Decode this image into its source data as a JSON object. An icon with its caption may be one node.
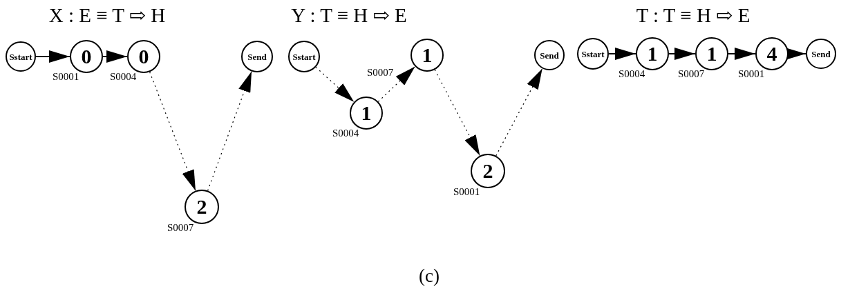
{
  "diagram": {
    "caption": "(c)",
    "nodes": [
      {
        "text": [
          "Sstart"
        ]
      },
      {
        "text": [
          "0"
        ],
        "beside": [
          "S0001"
        ]
      },
      {
        "text": [
          "0"
        ],
        "beside": [
          "S0004"
        ]
      },
      {
        "text": [
          "2"
        ],
        "beside": [
          "S0007"
        ]
      },
      {
        "text": [
          "Send"
        ]
      },
      {
        "text": [
          "Sstart"
        ]
      },
      {
        "text": [
          "1"
        ],
        "beside": [
          "S0004"
        ]
      },
      {
        "text": [
          "1"
        ],
        "beside": [
          "S0007"
        ]
      },
      {
        "text": [
          "2"
        ],
        "beside": [
          "S0001"
        ]
      },
      {
        "text": [
          "Send"
        ]
      },
      {
        "text": [
          "Sstart"
        ]
      },
      {
        "text": [
          "1"
        ],
        "beside": [
          "S0004"
        ]
      },
      {
        "text": [
          "1"
        ],
        "beside": [
          "S0007"
        ]
      },
      {
        "text": [
          "4"
        ],
        "beside": [
          "S0001"
        ]
      },
      {
        "text": [
          "Send"
        ]
      }
    ],
    "edges": [
      {
        "from": 0,
        "to": 1,
        "arrow": "to"
      },
      {
        "from": 1,
        "to": 2,
        "arrow": "to"
      },
      {
        "from": 2,
        "to": 3,
        "arrow": "to",
        "style": "dashed"
      },
      {
        "from": 3,
        "to": 4,
        "arrow": "to",
        "style": "dashed"
      },
      {
        "from": 5,
        "to": 6,
        "arrow": "to",
        "style": "dashed"
      },
      {
        "from": 6,
        "to": 7,
        "arrow": "to",
        "style": "dashed"
      },
      {
        "from": 7,
        "to": 8,
        "arrow": "to",
        "style": "dashed"
      },
      {
        "from": 8,
        "to": 9,
        "arrow": "to",
        "style": "dashed"
      },
      {
        "from": 10,
        "to": 11,
        "arrow": "to"
      },
      {
        "from": 11,
        "to": 12,
        "arrow": "to"
      },
      {
        "from": 12,
        "to": 13,
        "arrow": "to"
      },
      {
        "from": 13,
        "to": 14,
        "arrow": "to"
      }
    ],
    "labels": [
      "X : E ≡ T ⇨ H",
      "Y : T ≡ H ⇨ E",
      "T : T ≡ H ⇨ E"
    ]
  }
}
